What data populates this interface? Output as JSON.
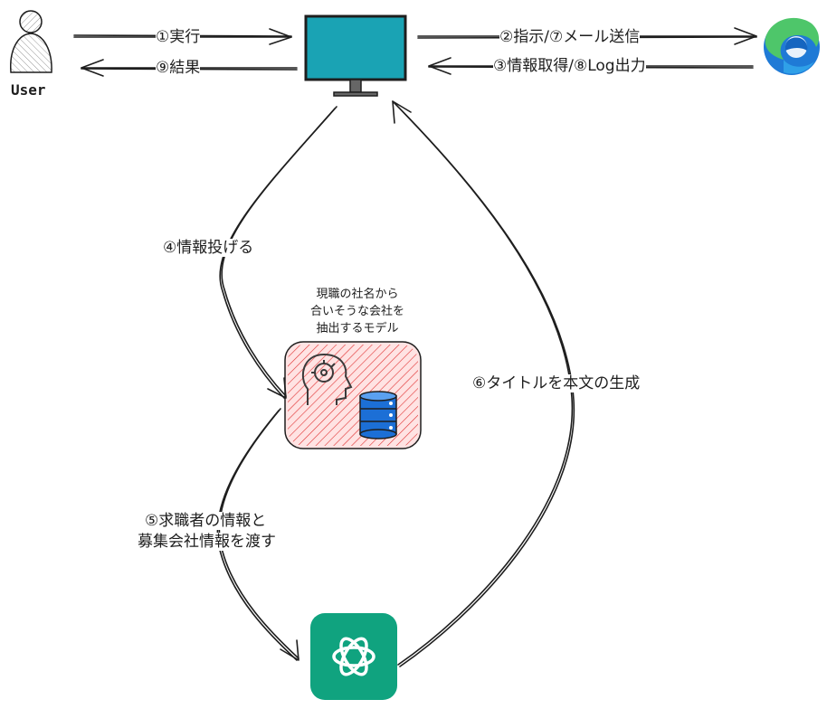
{
  "actors": {
    "user": "User"
  },
  "labels": {
    "step1": "①実行",
    "step9": "⑨結果",
    "step2_7": "②指示/⑦メール送信",
    "step3_8": "③情報取得/⑧Log出力",
    "step4": "④情報投げる",
    "step5_line1": "⑤求職者の情報と",
    "step5_line2": "募集会社情報を渡す",
    "step6": "⑥タイトルを本文の生成"
  },
  "model_note": {
    "line1": "現職の社名から",
    "line2": "合いそうな会社を",
    "line3": "抽出するモデル"
  },
  "icons": {
    "user": "user-icon",
    "monitor": "monitor-icon",
    "browser": "edge-browser-icon",
    "model": "ai-head-icon",
    "database": "database-icon",
    "chatgpt": "openai-icon"
  },
  "colors": {
    "monitor_screen": "#1aa3b4",
    "model_box_fill": "#ffc9c9",
    "model_box_hatch": "#e03131",
    "database": "#1c6fd6",
    "chatgpt_bg": "#10a37f"
  }
}
